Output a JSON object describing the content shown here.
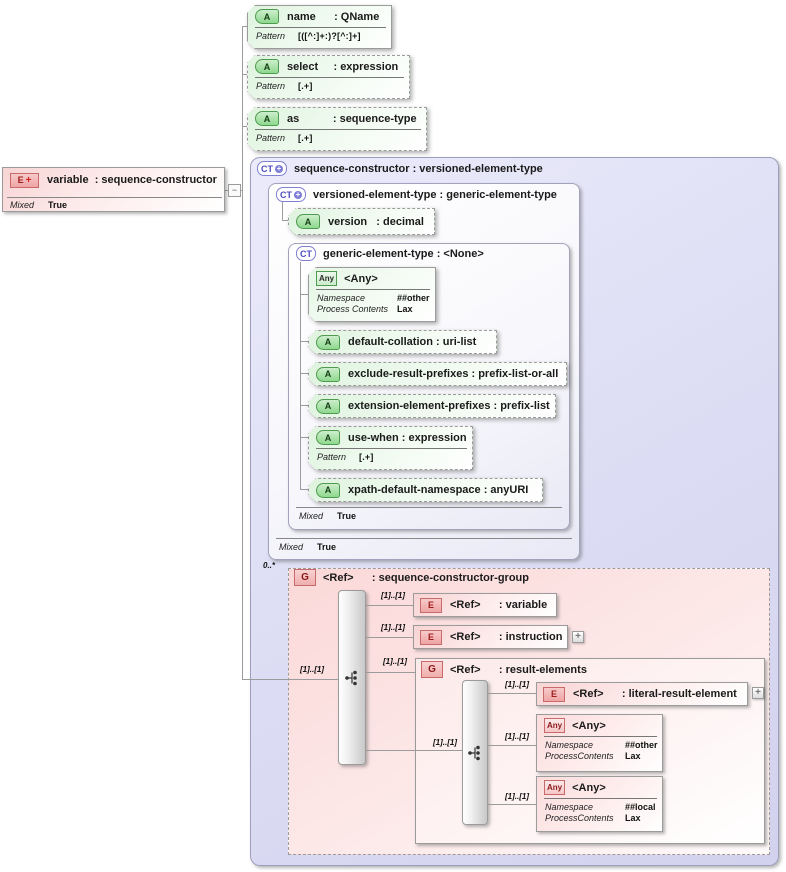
{
  "labels": {
    "one_one": "[1]..[1]",
    "zero_many": "0..*",
    "mixed": "Mixed",
    "true": "True",
    "pattern": "Pattern",
    "plus": "+",
    "minus": "−"
  },
  "icons": {
    "a": "A",
    "e": "E",
    "ct": "CT",
    "g": "G",
    "any": "Any"
  },
  "colors": {
    "green": "#def3de",
    "pink": "#f8d4d4",
    "purple": "#dedef5"
  },
  "variable": {
    "title": "variable  : sequence-constructor"
  },
  "attr_name": {
    "title": "name      : QName",
    "pattern": "[([^:]+:)?[^:]+]"
  },
  "attr_select": {
    "title": "select     : expression",
    "pattern": "[.+]"
  },
  "attr_as": {
    "title": "as           : sequence-type",
    "pattern": "[.+]"
  },
  "ct_outer": {
    "title": "sequence-constructor : versioned-element-type"
  },
  "ct_versioned": {
    "title": "versioned-element-type : generic-element-type"
  },
  "attr_version": {
    "title": "version   : decimal"
  },
  "ct_generic": {
    "title": "generic-element-type : <None>"
  },
  "any_generic": {
    "title": "<Any>",
    "ns_label": "Namespace",
    "ns_value": "##other",
    "pc_label": "Process Contents",
    "pc_value": "Lax"
  },
  "attr_default_collation": {
    "title": "default-collation : uri-list"
  },
  "attr_exclude_result_prefixes": {
    "title": "exclude-result-prefixes : prefix-list-or-all"
  },
  "attr_extension_element_prefixes": {
    "title": "extension-element-prefixes : prefix-list"
  },
  "attr_use_when": {
    "title": "use-when : expression",
    "pattern": "[.+]"
  },
  "attr_xpath_default_namespace": {
    "title": "xpath-default-namespace : anyURI"
  },
  "group_sequence_constructor": {
    "title": "<Ref>      : sequence-constructor-group"
  },
  "ref_variable": {
    "title": "<Ref>      : variable"
  },
  "ref_instruction": {
    "title": "<Ref>      : instruction"
  },
  "group_result_elements": {
    "title": "<Ref>      : result-elements"
  },
  "ref_literal_result_element": {
    "title": "<Ref>      : literal-result-element"
  },
  "any_other": {
    "title": "<Any>",
    "ns_label": "Namespace",
    "ns_value": "##other",
    "pc_label": "ProcessContents",
    "pc_value": "Lax"
  },
  "any_local": {
    "title": "<Any>",
    "ns_label": "Namespace",
    "ns_value": "##local",
    "pc_label": "ProcessContents",
    "pc_value": "Lax"
  }
}
